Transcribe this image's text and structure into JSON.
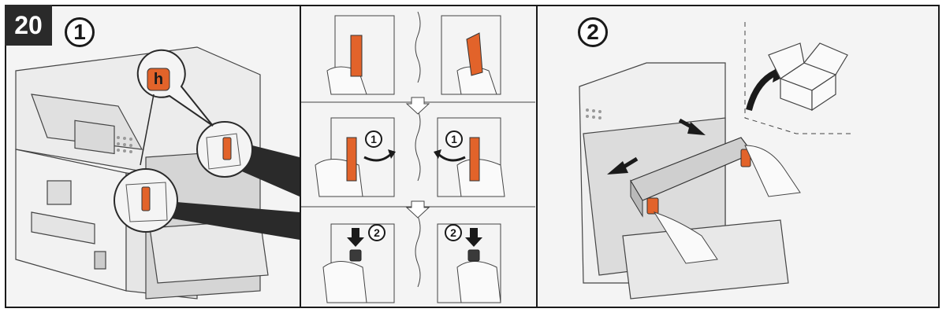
{
  "step": {
    "number": "20"
  },
  "panel1": {
    "callout": "1",
    "lever_label": "h"
  },
  "panel2": {
    "row2_left_callout": "1",
    "row2_right_callout": "1",
    "row3_left_callout": "2",
    "row3_right_callout": "2"
  },
  "panel3": {
    "callout": "2"
  },
  "colors": {
    "orange": "#e2632a",
    "line": "#1a1a1a",
    "dark": "#2a2a2a"
  }
}
